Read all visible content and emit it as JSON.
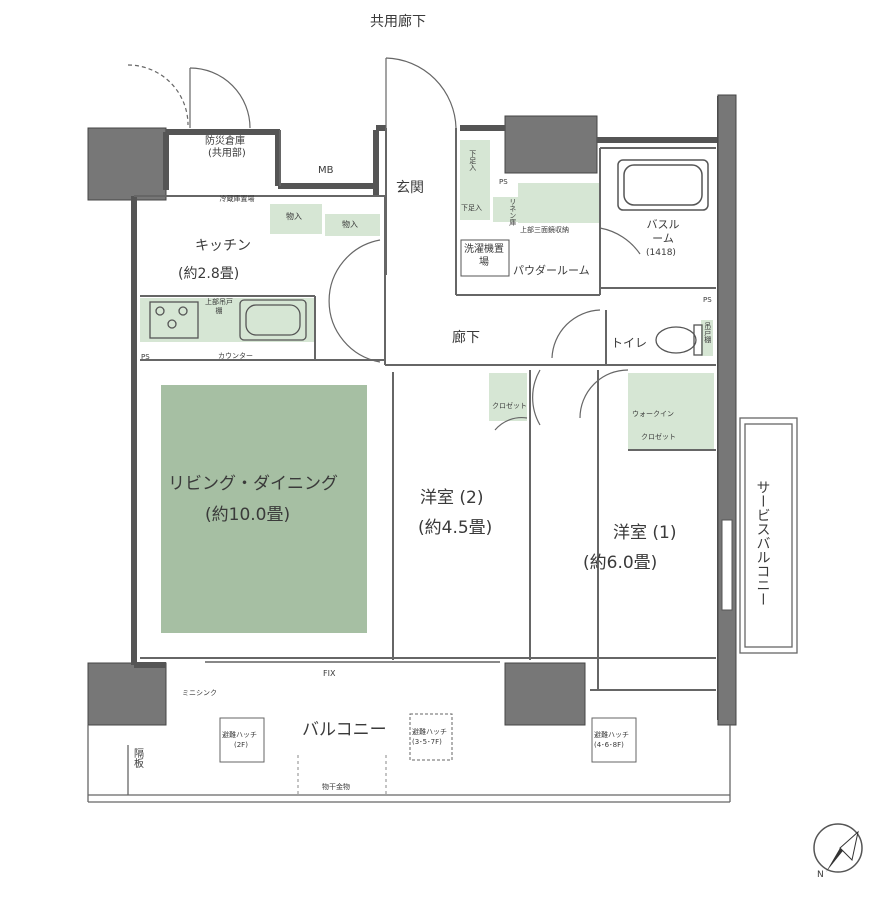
{
  "corridor": "共用廊下",
  "disaster_storage": "防災倉庫",
  "disaster_storage_sub": "(共用部)",
  "mb": "MB",
  "entrance": "玄関",
  "shoe_storage_1": "下足入",
  "shoe_storage_2": "下足入",
  "linen": "リネン庫",
  "ps": "PS",
  "water_heater": "冷蔵庫置場",
  "storage_1": "物入",
  "storage_2": "物入",
  "kitchen": "キッチン",
  "kitchen_size": "(約2.8畳)",
  "upper_cabinet": "上部吊戸棚",
  "counter": "カウンター",
  "washer": "洗濯機置場",
  "mirror_storage": "上部三面鏡収納",
  "powder_room": "パウダールーム",
  "bath": "バスルーム",
  "bath_size": "(1418)",
  "hallway": "廊下",
  "toilet": "トイレ",
  "toilet_cabinet": "吊戸棚",
  "closet": "クロゼット",
  "wic_1": "ウォークイン",
  "wic_2": "クロゼット",
  "living": "リビング・ダイニング",
  "living_size": "(約10.0畳)",
  "room2": "洋室 (2)",
  "room2_size": "(約4.5畳)",
  "room1": "洋室 (1)",
  "room1_size": "(約6.0畳)",
  "service_balcony": "サービスバルコニー",
  "fix": "FIX",
  "mini_sink": "ミニシンク",
  "balcony": "バルコニー",
  "partition": "隔板",
  "hatch_2f": "避難ハッチ",
  "hatch_2f_sub": "(2F)",
  "hatch_357f": "避難ハッチ",
  "hatch_357f_sub": "(3･5･7F)",
  "hatch_468f": "避難ハッチ",
  "hatch_468f_sub": "(4･6･8F)",
  "drying_rack": "物干金物",
  "north": "N",
  "colors": {
    "living": "#a6bfa3",
    "accent": "#d6e6d4",
    "wall": "#555555"
  }
}
